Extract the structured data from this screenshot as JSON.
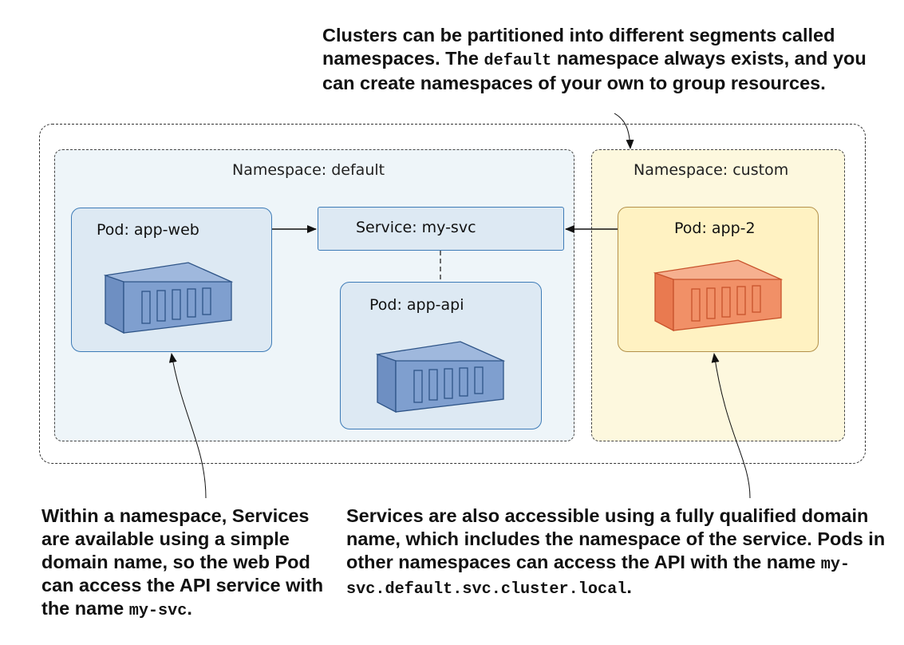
{
  "annotations": {
    "top": {
      "pre": "Clusters can be partitioned into different segments called namespaces. The ",
      "code": "default",
      "post": " namespace always exists, and you can create namespaces of your own to group resources."
    },
    "left": {
      "pre": "Within a namespace, Services are available using a simple domain name, so the web Pod can access the API service with the name ",
      "code": "my-svc",
      "post": "."
    },
    "right": {
      "pre": "Services are also accessible using a fully qualified domain name, which includes the namespace of the service. Pods in other namespaces can access the API with the name ",
      "code": "my-svc.default.svc.cluster.local",
      "post": "."
    }
  },
  "namespaces": {
    "default": "Namespace: default",
    "custom": "Namespace: custom"
  },
  "nodes": {
    "pod_web": "Pod: app-web",
    "service": "Service: my-svc",
    "pod_api": "Pod: app-api",
    "pod_2": "Pod: app-2"
  },
  "icons": {
    "pod_web": "container-icon",
    "pod_api": "container-icon",
    "pod_2": "container-icon"
  },
  "colors": {
    "blue_container": "#7f9fcf",
    "blue_stroke": "#2e5487",
    "orange_container": "#f19067",
    "orange_stroke": "#c8532c",
    "default_ns_bg": "#eef5f9",
    "custom_ns_bg": "#fdf8de",
    "pod_blue_bg": "#dde9f3",
    "pod_yellow_bg": "#fff2c2"
  }
}
